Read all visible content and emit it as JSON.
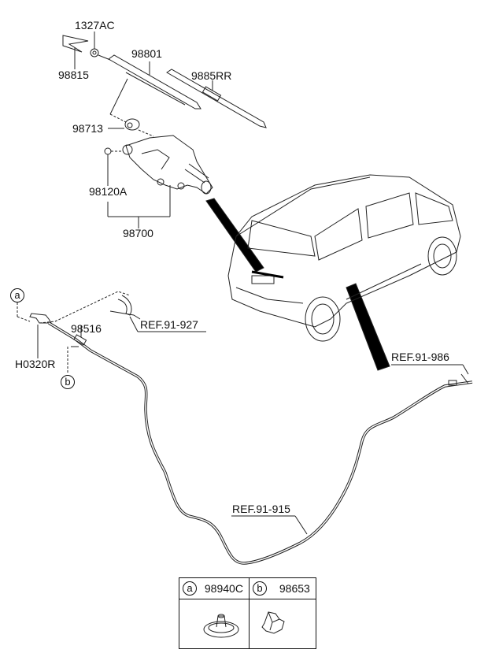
{
  "parts": {
    "p1327AC": "1327AC",
    "p98815": "98815",
    "p98801": "98801",
    "p9885RR": "9885RR",
    "p98713": "98713",
    "p98120A": "98120A",
    "p98700": "98700",
    "p98516": "98516",
    "pH0320R": "H0320R"
  },
  "refs": {
    "r927": "REF.91-927",
    "r986": "REF.91-986",
    "r915": "REF.91-915"
  },
  "callouts": {
    "a": "a",
    "b": "b"
  },
  "legend": {
    "a_letter": "a",
    "a_part": "98940C",
    "b_letter": "b",
    "b_part": "98653"
  }
}
